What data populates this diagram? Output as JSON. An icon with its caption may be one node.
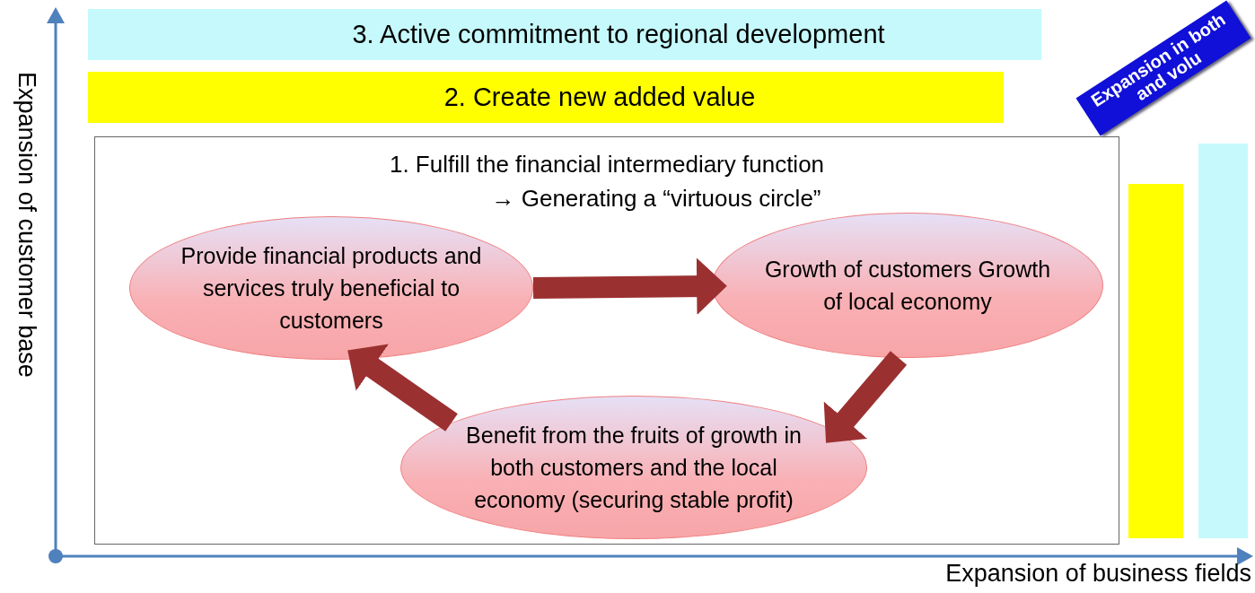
{
  "diagram": {
    "nodes": [
      {
        "text": [
          "3. Active commitment to regional development"
        ]
      },
      {
        "text": [
          "2. Create new added value"
        ]
      },
      {
        "text": [
          "1. Fulfill the financial intermediary function",
          "→ Generating a “virtuous circle”"
        ]
      },
      {
        "text": [
          "Provide financial products and services truly beneficial to customers"
        ],
        "in": 2
      },
      {
        "text": [
          "Growth of customers Growth of local economy"
        ],
        "in": 2
      },
      {
        "text": [
          "Benefit from the fruits of growth in both customers and the local economy (securing stable profit)"
        ],
        "in": 2
      },
      {
        "text": [
          "Expansion in both and volu"
        ]
      },
      {
        "text": [],
        "shape": "bar"
      },
      {
        "text": [],
        "shape": "bar"
      }
    ],
    "edges": [
      {
        "from": 3,
        "to": 4,
        "arrow": "to"
      },
      {
        "from": 4,
        "to": 5,
        "arrow": "to"
      },
      {
        "from": 5,
        "to": 3,
        "arrow": "to"
      }
    ],
    "labels": [
      "Expansion of customer base",
      "Expansion of business fields"
    ]
  }
}
